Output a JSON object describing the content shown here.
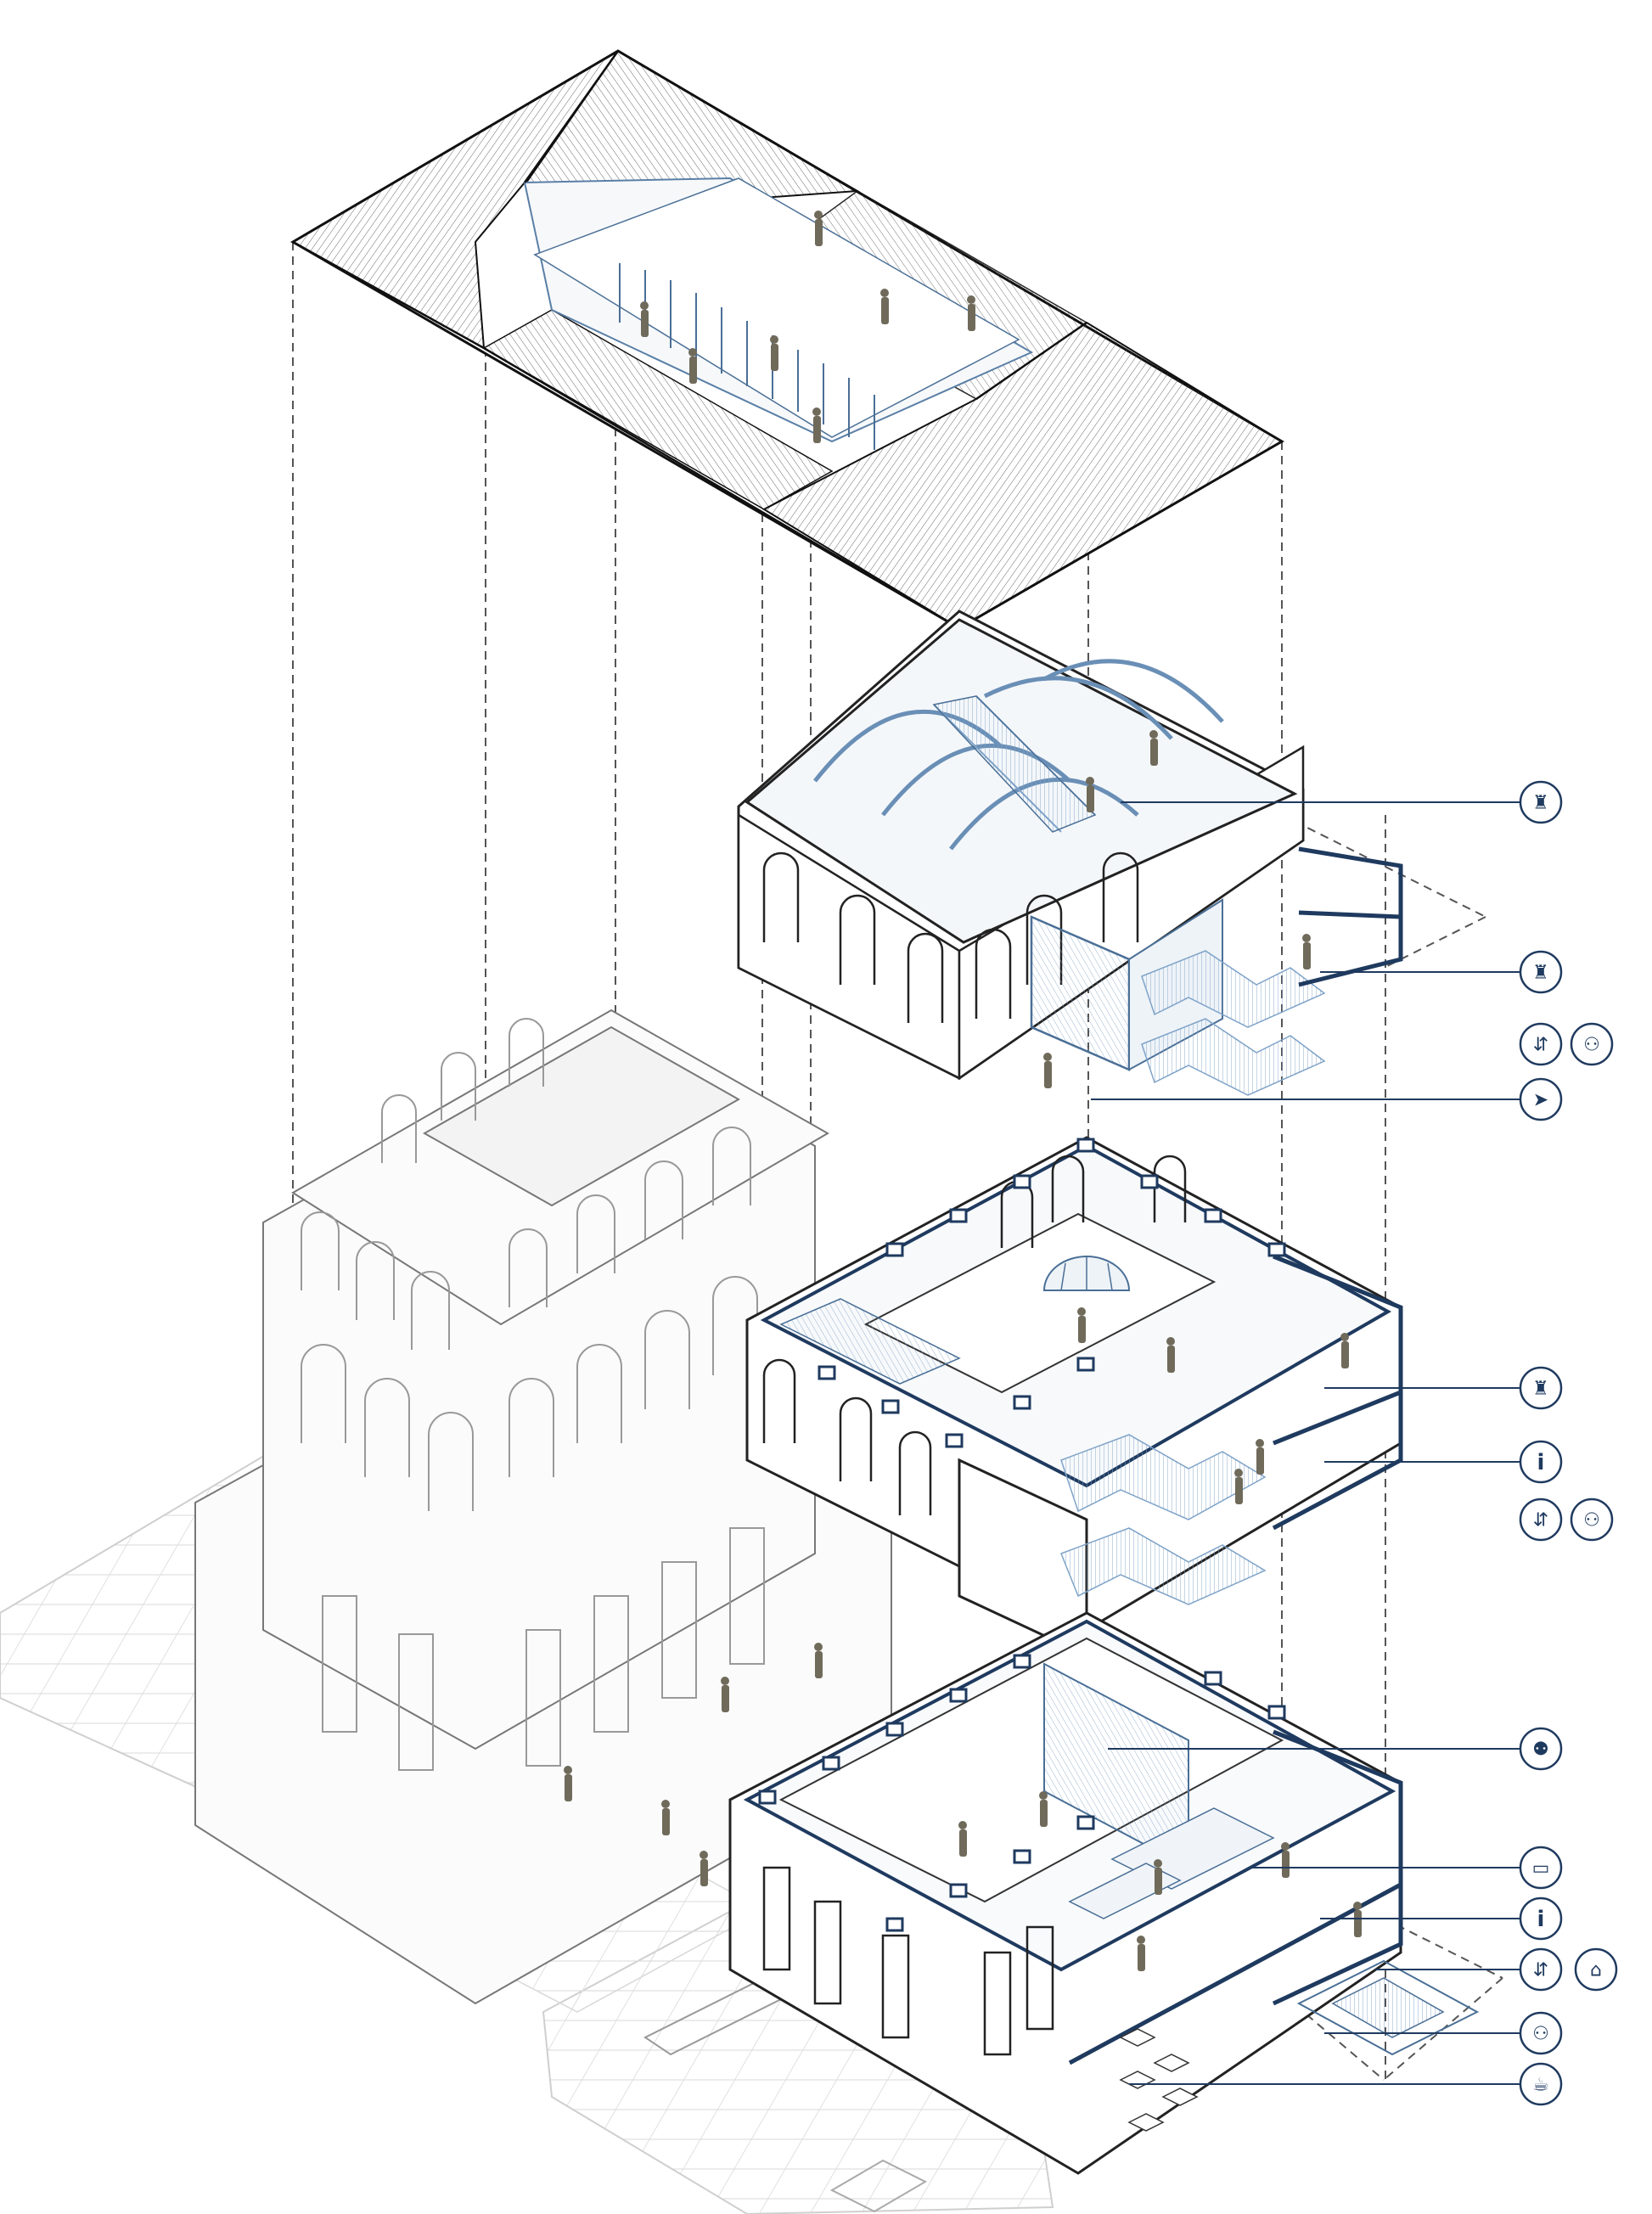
{
  "diagram": {
    "type": "exploded-axonometric",
    "accent_color": "#1f3a5f",
    "glass_color": "#7fa3c8",
    "line_color": "#222222",
    "figure_color": "#6f6a5a"
  },
  "legend": [
    {
      "name": "exhibition-icon",
      "glyph": "♜"
    },
    {
      "name": "exhibition-icon",
      "glyph": "♜"
    },
    {
      "name": "elevator-icon",
      "glyph": "⇵"
    },
    {
      "name": "restroom-icon",
      "glyph": "⚇"
    },
    {
      "name": "entrance-icon",
      "glyph": "➤"
    },
    {
      "name": "exhibition-icon",
      "glyph": "♜"
    },
    {
      "name": "info-icon",
      "glyph": "i"
    },
    {
      "name": "elevator-icon",
      "glyph": "⇵"
    },
    {
      "name": "restroom-icon",
      "glyph": "⚇"
    },
    {
      "name": "conference-icon",
      "glyph": "⚉"
    },
    {
      "name": "book-icon",
      "glyph": "▭"
    },
    {
      "name": "info-icon",
      "glyph": "i"
    },
    {
      "name": "elevator-icon",
      "glyph": "⇵"
    },
    {
      "name": "wardrobe-icon",
      "glyph": "⌂"
    },
    {
      "name": "restroom-icon",
      "glyph": "⚇"
    },
    {
      "name": "cafe-icon",
      "glyph": "☕"
    }
  ]
}
